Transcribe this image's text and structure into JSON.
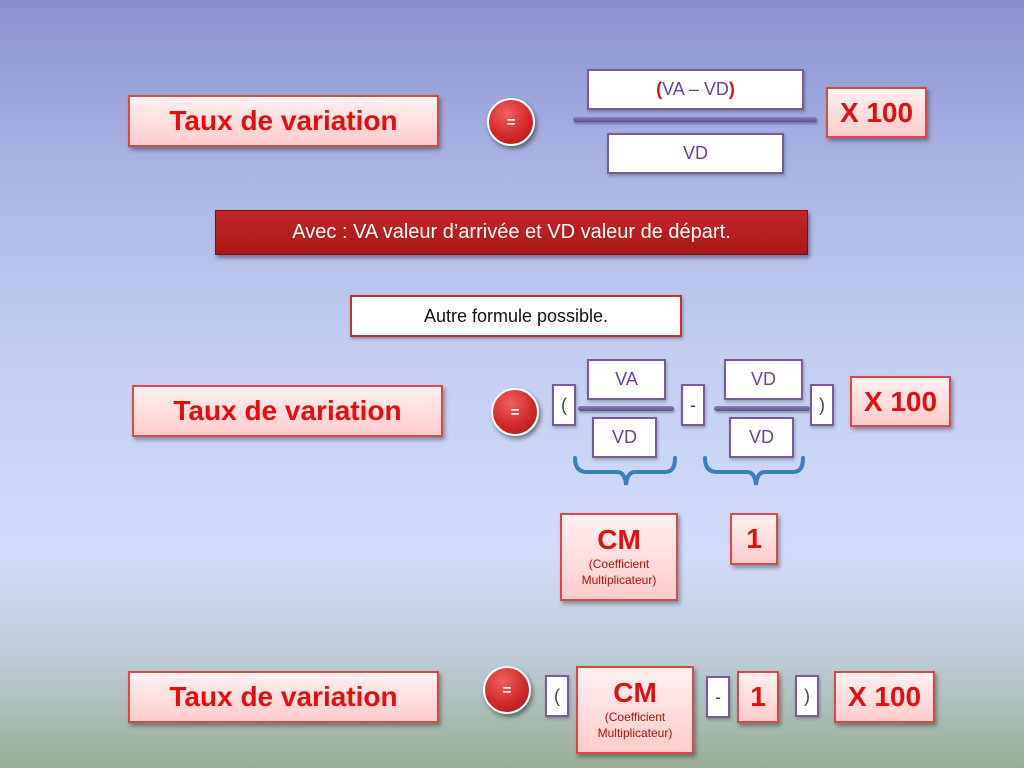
{
  "row1": {
    "taux_label": "Taux de variation",
    "equals": "=",
    "numerator_open": "(",
    "numerator_text": "VA – VD",
    "numerator_close": ")",
    "denominator": "VD",
    "multiplier": "X 100"
  },
  "note": "Avec : VA valeur d’arrivée et VD valeur de départ.",
  "alt_formula": "Autre formule possible.",
  "row2": {
    "taux_label": "Taux de variation",
    "equals": "=",
    "open_paren": "(",
    "frac1_num": "VA",
    "frac1_den": "VD",
    "minus": "-",
    "frac2_num": "VD",
    "frac2_den": "VD",
    "close_paren": ")",
    "multiplier": "X 100",
    "cm_label": "CM",
    "cm_sub": "(Coefficient Multiplicateur)",
    "one_label": "1"
  },
  "row3": {
    "taux_label": "Taux de variation",
    "equals": "=",
    "open_paren": "(",
    "cm_label": "CM",
    "cm_sub": "(Coefficient Multiplicateur)",
    "minus": "-",
    "one_label": "1",
    "close_paren": ")",
    "multiplier": "X 100"
  },
  "colors": {
    "accent_red": "#e01010",
    "fraction_text": "#6a3fa0",
    "note_bg": "#b82020",
    "brace_blue": "#3a7ec0"
  }
}
